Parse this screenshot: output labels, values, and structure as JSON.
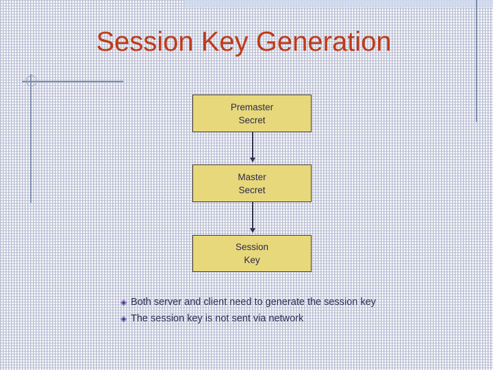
{
  "slide": {
    "title": "Session Key Generation",
    "title_color": "#bf3a18",
    "background_color": "#ffffff",
    "accent_band_color": "#cfd9ee",
    "rule_color": "#7f8cad"
  },
  "decoration": {
    "circle_icon": "circle-outline-icon",
    "horizontal_rule": "horizontal-rule",
    "vertical_rule": "vertical-rule"
  },
  "flow": {
    "box_fill_color": "#e8d87c",
    "box_border_color": "#4a3a20",
    "arrow_color": "#31314f",
    "boxes": [
      {
        "id": "premaster",
        "line1": "Premaster",
        "line2": "Secret"
      },
      {
        "id": "master",
        "line1": "Master",
        "line2": "Secret"
      },
      {
        "id": "session",
        "line1": "Session",
        "line2": "Key"
      }
    ],
    "arrows": [
      {
        "id": "premaster-to-master",
        "label": ""
      },
      {
        "id": "master-to-session",
        "label": ""
      }
    ]
  },
  "bullets": {
    "marker_glyph": "◈",
    "marker_color": "#4b2f8f",
    "text_color": "#2d2d54",
    "items": [
      "Both server and client need to generate the session key",
      "The session key is not sent via network"
    ]
  }
}
